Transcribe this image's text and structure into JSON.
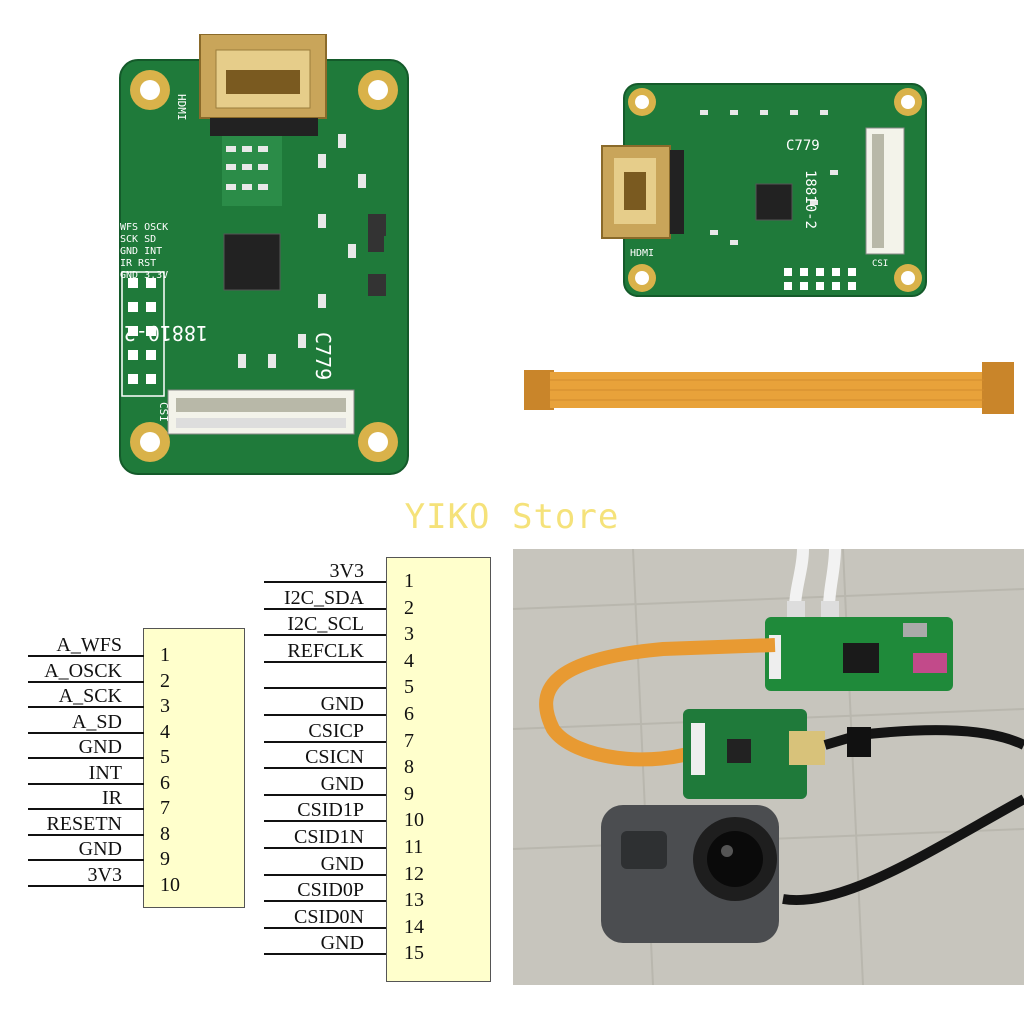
{
  "watermark": "YIKO Store",
  "board_large": {
    "hdmi_label": "HDMI",
    "csi_label": "CSI",
    "model_label": "C779",
    "chip_id": "18810-2",
    "header_labels": [
      "WFS OSCK",
      "SCK SD",
      "GND INT",
      "IR RST",
      "GND 3.3V"
    ]
  },
  "board_small": {
    "hdmi_label": "HDMI",
    "csi_label": "CSI",
    "model_label": "C779",
    "chip_id": "18810-2"
  },
  "left_pinout": {
    "pins": [
      {
        "name": "A_WFS",
        "num": "1"
      },
      {
        "name": "A_OSCK",
        "num": "2"
      },
      {
        "name": "A_SCK",
        "num": "3"
      },
      {
        "name": "A_SD",
        "num": "4"
      },
      {
        "name": "GND",
        "num": "5"
      },
      {
        "name": "INT",
        "num": "6"
      },
      {
        "name": "IR",
        "num": "7"
      },
      {
        "name": "RESETN",
        "num": "8"
      },
      {
        "name": "GND",
        "num": "9"
      },
      {
        "name": "3V3",
        "num": "10"
      }
    ]
  },
  "right_pinout": {
    "pins": [
      {
        "name": "3V3",
        "num": "1"
      },
      {
        "name": "I2C_SDA",
        "num": "2"
      },
      {
        "name": "I2C_SCL",
        "num": "3"
      },
      {
        "name": "REFCLK",
        "num": "4"
      },
      {
        "name": "",
        "num": "5"
      },
      {
        "name": "GND",
        "num": "6"
      },
      {
        "name": "CSICP",
        "num": "7"
      },
      {
        "name": "CSICN",
        "num": "8"
      },
      {
        "name": "GND",
        "num": "9"
      },
      {
        "name": "CSID1P",
        "num": "10"
      },
      {
        "name": "CSID1N",
        "num": "11"
      },
      {
        "name": "GND",
        "num": "12"
      },
      {
        "name": "CSID0P",
        "num": "13"
      },
      {
        "name": "CSID0N",
        "num": "14"
      },
      {
        "name": "GND",
        "num": "15"
      }
    ]
  },
  "colors": {
    "pcb_green": "#1f7a3a",
    "pad_gold": "#d9b24a",
    "ribbon_orange": "#e8a23a",
    "pinout_fill": "#ffffcc"
  }
}
